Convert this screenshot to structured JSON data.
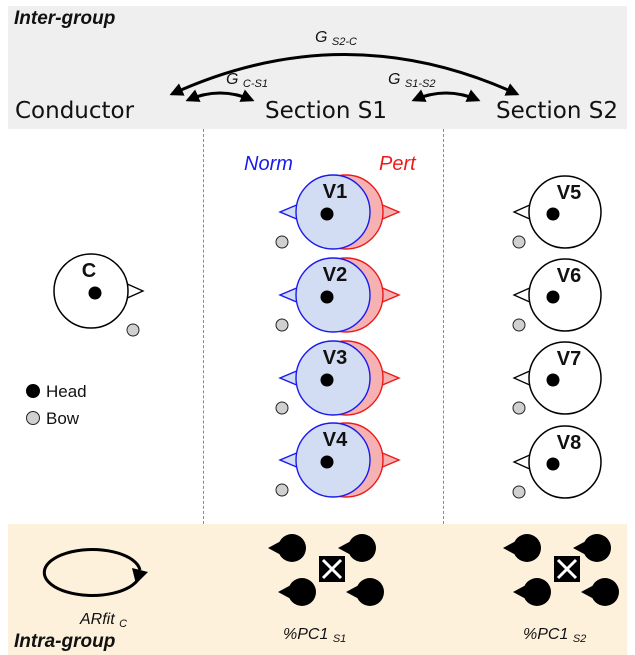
{
  "bands": {
    "inter_group": "Inter-group",
    "intra_group": "Intra-group"
  },
  "sections": {
    "conductor": "Conductor",
    "s1": "Section S1",
    "s2": "Section S2"
  },
  "links": {
    "g_s2_c": {
      "base": "G",
      "sub": "S2-C"
    },
    "g_c_s1": {
      "base": "G",
      "sub": "C-S1"
    },
    "g_s1_s2": {
      "base": "G",
      "sub": "S1-S2"
    }
  },
  "conditions": {
    "norm": "Norm",
    "pert": "Pert"
  },
  "players": {
    "conductor": "C",
    "s1": [
      "V1",
      "V2",
      "V3",
      "V4"
    ],
    "s2": [
      "V5",
      "V6",
      "V7",
      "V8"
    ]
  },
  "legend": {
    "head": "Head",
    "bow": "Bow"
  },
  "captions": {
    "arfit": {
      "base": "ARfit",
      "sub": "C"
    },
    "pc1_s1": {
      "base": "%PC1",
      "sub": "S1"
    },
    "pc1_s2": {
      "base": "%PC1",
      "sub": "S2"
    }
  },
  "colors": {
    "norm_blue": "#1a1aee",
    "pert_red": "#ee1a1a",
    "norm_fill": "#d2dcf2",
    "pert_fill": "#f6b2b2",
    "bow_gray": "#d0d0d0",
    "top_band": "#efefef",
    "bottom_band": "#fdf1dc"
  }
}
